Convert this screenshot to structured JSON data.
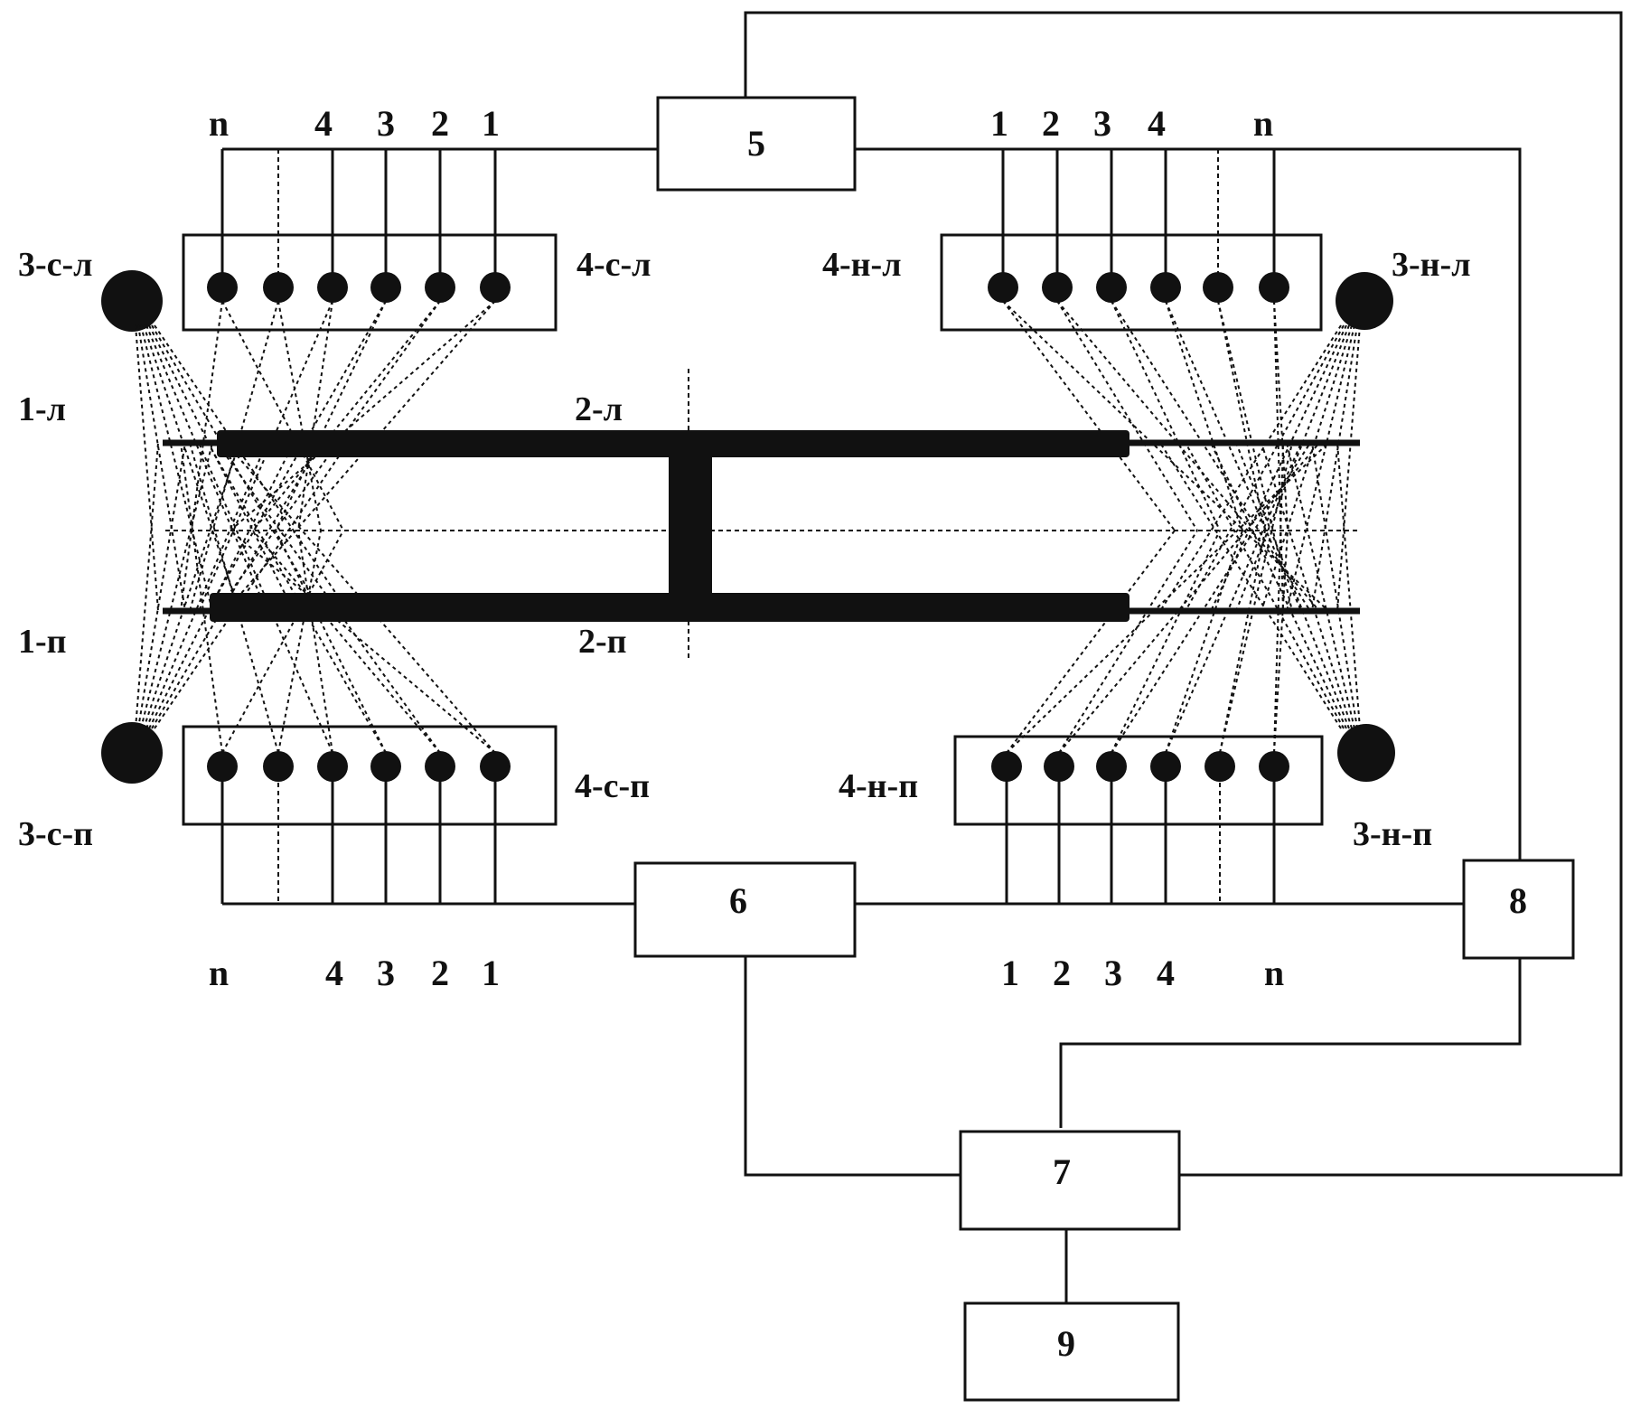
{
  "blocks": {
    "b5": "5",
    "b6": "6",
    "b7": "7",
    "b8": "8",
    "b9": "9"
  },
  "labels": {
    "src_upper_left": "3-с-л",
    "src_lower_left": "3-с-п",
    "src_upper_right": "3-н-л",
    "src_lower_right": "3-н-п",
    "recv_upper_left": "4-с-л",
    "recv_lower_left": "4-с-п",
    "recv_upper_right": "4-н-л",
    "recv_lower_right": "4-н-п",
    "rail_1_left": "1-л",
    "rail_1_right": "1-п",
    "rail_2_left": "2-л",
    "rail_2_right": "2-п"
  },
  "channels": {
    "upper_left": [
      "n",
      "4",
      "3",
      "2",
      "1"
    ],
    "lower_left": [
      "n",
      "4",
      "3",
      "2",
      "1"
    ],
    "upper_right": [
      "1",
      "2",
      "3",
      "4",
      "n"
    ],
    "lower_right": [
      "1",
      "2",
      "3",
      "4",
      "n"
    ]
  }
}
